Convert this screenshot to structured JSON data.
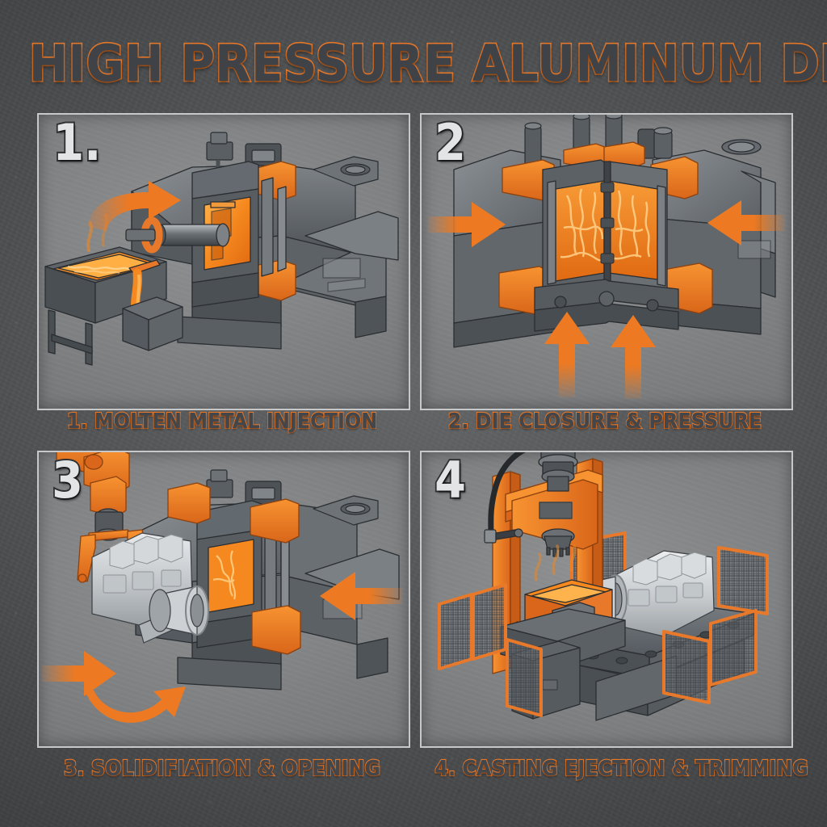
{
  "poster": {
    "title": "HIGH PRESSURE ALUMINUM DIE CASTING",
    "background_color": "#4d4e50",
    "accent_color": "#E8792B",
    "metal_color": "#6f7478",
    "molten_color": "#F5881E",
    "casting_color": "#c9ccce",
    "frame_color": "#c6c8c9"
  },
  "panels": [
    {
      "badge": "1.",
      "caption": "1. MOLTEN METAL INJECTION",
      "scene": "die-casting-machine-with-crucible-and-shot-sleeve",
      "elements": [
        "molten-metal-crucible",
        "pour-spout",
        "shot-sleeve-plunger",
        "die-casting-machine",
        "injection-arrow"
      ]
    },
    {
      "badge": "2",
      "caption": "2. DIE CLOSURE & PRESSURE",
      "scene": "die-halves-closed-under-clamping-pressure",
      "elements": [
        "left-die-half",
        "right-die-half",
        "glowing-cavity",
        "clamp-arrow-left",
        "clamp-arrow-right",
        "clamp-arrow-bottom-left",
        "clamp-arrow-bottom-right"
      ]
    },
    {
      "badge": "3",
      "caption": "3. SOLIDIFIATION & OPENING",
      "scene": "robot-extracts-solidified-casting-from-open-die",
      "elements": [
        "robot-arm",
        "robot-gripper",
        "solidified-casting",
        "open-die-cavity",
        "eject-arrow",
        "rotate-arrow"
      ]
    },
    {
      "badge": "4",
      "caption": "4. CASTING EJECTION & TRIMMING",
      "scene": "trim-press-and-conveyor-with-safety-fence",
      "elements": [
        "trim-press-frame",
        "press-ram",
        "hydraulic-hose",
        "scrap-skeleton",
        "conveyor-belt",
        "finished-casting",
        "safety-mesh-fence",
        "scrap-bin"
      ]
    }
  ]
}
